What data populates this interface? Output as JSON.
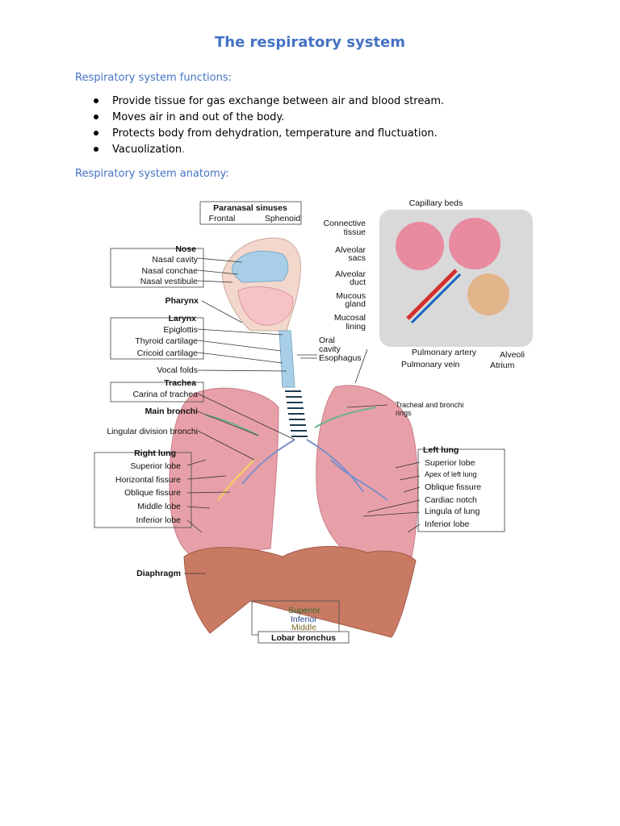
{
  "title": "The respiratory system",
  "functions_heading": "Respiratory system functions:",
  "functions": [
    "Provide tissue for gas exchange between air and blood stream.",
    "Moves air in and out of the body.",
    "Protects body from dehydration, temperature and fluctuation.",
    "Vacuolization"
  ],
  "functions_last_suffix": ".",
  "anatomy_heading": "Respiratory system anatomy:",
  "figure": {
    "labels": {
      "paranasal_sinuses": "Paranasal sinuses",
      "frontal": "Frontal",
      "sphenoid": "Sphenoid",
      "nose": "Nose",
      "nasal_cavity": "Nasal cavity",
      "nasal_conchae": "Nasal conchae",
      "nasal_vestibule": "Nasal vestibule",
      "pharynx": "Pharynx",
      "larynx": "Larynx",
      "epiglottis": "Epiglottis",
      "thyroid_cartilage": "Thyroid cartilage",
      "cricoid_cartilage": "Cricoid cartilage",
      "vocal_folds": "Vocal folds",
      "trachea": "Trachea",
      "carina": "Carina of trachea",
      "main_bronchi": "Main bronchi",
      "lingular_division": "Lingular division bronchi",
      "right_lung": "Right lung",
      "superior_lobe_r": "Superior lobe",
      "horizontal_fissure": "Horizontal fissure",
      "oblique_fissure_r": "Oblique fissure",
      "middle_lobe": "Middle lobe",
      "inferior_lobe_r": "Inferior lobe",
      "diaphragm": "Diaphragm",
      "superior": "Superior",
      "inferior": "Inferior",
      "middle": "Middle",
      "lobar_bronchus": "Lobar bronchus",
      "oral_cavity_1": "Oral",
      "oral_cavity_2": "cavity",
      "esophagus": "Esophagus",
      "capillary_beds": "Capillary beds",
      "connective_tissue_1": "Connective",
      "connective_tissue_2": "tissue",
      "alveolar_sacs_1": "Alveolar",
      "alveolar_sacs_2": "sacs",
      "alveolar_duct_1": "Alveolar",
      "alveolar_duct_2": "duct",
      "mucous_gland_1": "Mucous",
      "mucous_gland_2": "gland",
      "mucosal_lining_1": "Mucosal",
      "mucosal_lining_2": "lining",
      "pulmonary_artery": "Pulmonary artery",
      "pulmonary_vein": "Pulmonary vein",
      "alveoli": "Alveoli",
      "atrium": "Atrium",
      "tracheal_rings_1": "Tracheal and bronchi",
      "tracheal_rings_2": "rings",
      "left_lung": "Left lung",
      "superior_lobe_l": "Superior lobe",
      "apex_left_lung": "Apex of left lung",
      "oblique_fissure_l": "Oblique fissure",
      "cardiac_notch": "Cardiac notch",
      "lingula": "Lingula of lung",
      "inferior_lobe_l": "Inferior lobe"
    },
    "colors": {
      "lung": "#e8a0a8",
      "diaphragm": "#c97a63",
      "airway": "#a9cfe8",
      "bronchi_green": "#6fb38a",
      "bronchi_yellow": "#f2d45a",
      "bronchi_blue": "#7d8fc8"
    }
  }
}
